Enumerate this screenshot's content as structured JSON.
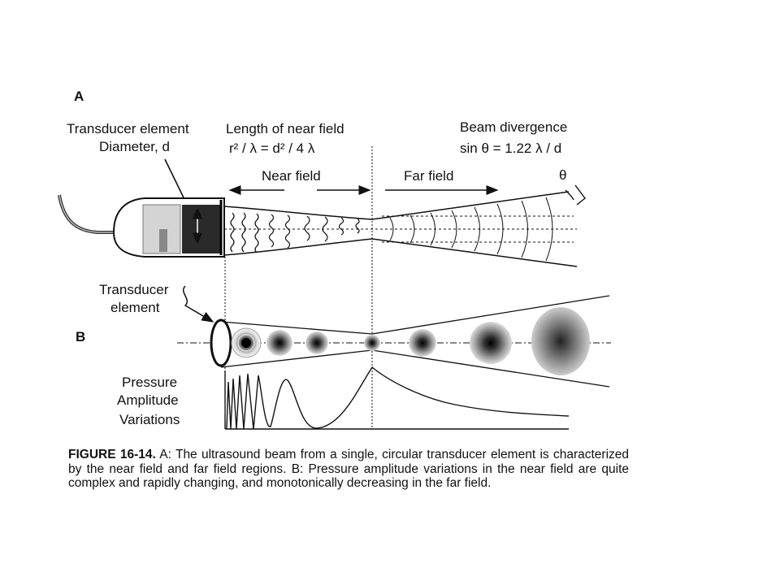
{
  "panel_a": {
    "label": "A",
    "transducer_line1": "Transducer element",
    "transducer_line2": "Diameter, d",
    "nearfield_title": "Length of near field",
    "nearfield_formula": "r² / λ  =  d² / 4 λ",
    "divergence_title": "Beam divergence",
    "divergence_formula": "sin θ = 1.22 λ / d",
    "near_field": "Near field",
    "far_field": "Far field",
    "theta": "θ"
  },
  "panel_b": {
    "label": "B",
    "transducer_line1": "Transducer",
    "transducer_line2": "element",
    "pressure_line1": "Pressure",
    "pressure_line2": "Amplitude",
    "pressure_line3": "Variations"
  },
  "caption": {
    "figure_id": "FIGURE 16-14.",
    "text": " A: The ultrasound beam from a single, circular transducer element is characterized by the near field and far field regions. B: Pressure amplitude variations in the near field are quite complex and rapidly changing, and monotonically decreasing in the far field."
  },
  "colors": {
    "ink": "#111111",
    "background": "#ffffff",
    "housing_dark": "#2a2a2a",
    "housing_light": "#d4d4d4"
  }
}
